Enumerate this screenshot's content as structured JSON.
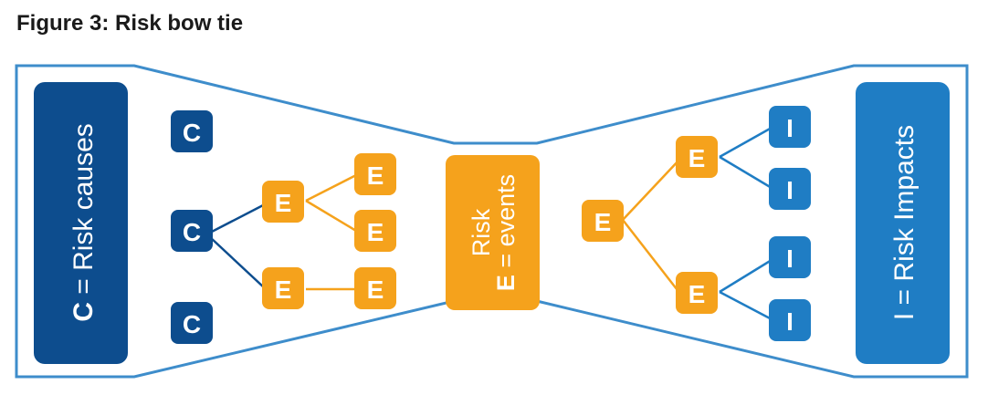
{
  "title": "Figure 3: Risk bow tie",
  "left_panel": {
    "letter": "C",
    "label": " = Risk causes"
  },
  "right_panel": {
    "label": "I = Risk Impacts"
  },
  "center_panel": {
    "line1": "Risk",
    "letter": "E",
    "label": " = events"
  },
  "nodes": {
    "cause": "C",
    "event": "E",
    "impact": "I"
  },
  "colors": {
    "dark_blue": "#0d4d8e",
    "mid_blue": "#1f7dc4",
    "orange": "#f5a21c",
    "outline": "#3e8dcb"
  }
}
